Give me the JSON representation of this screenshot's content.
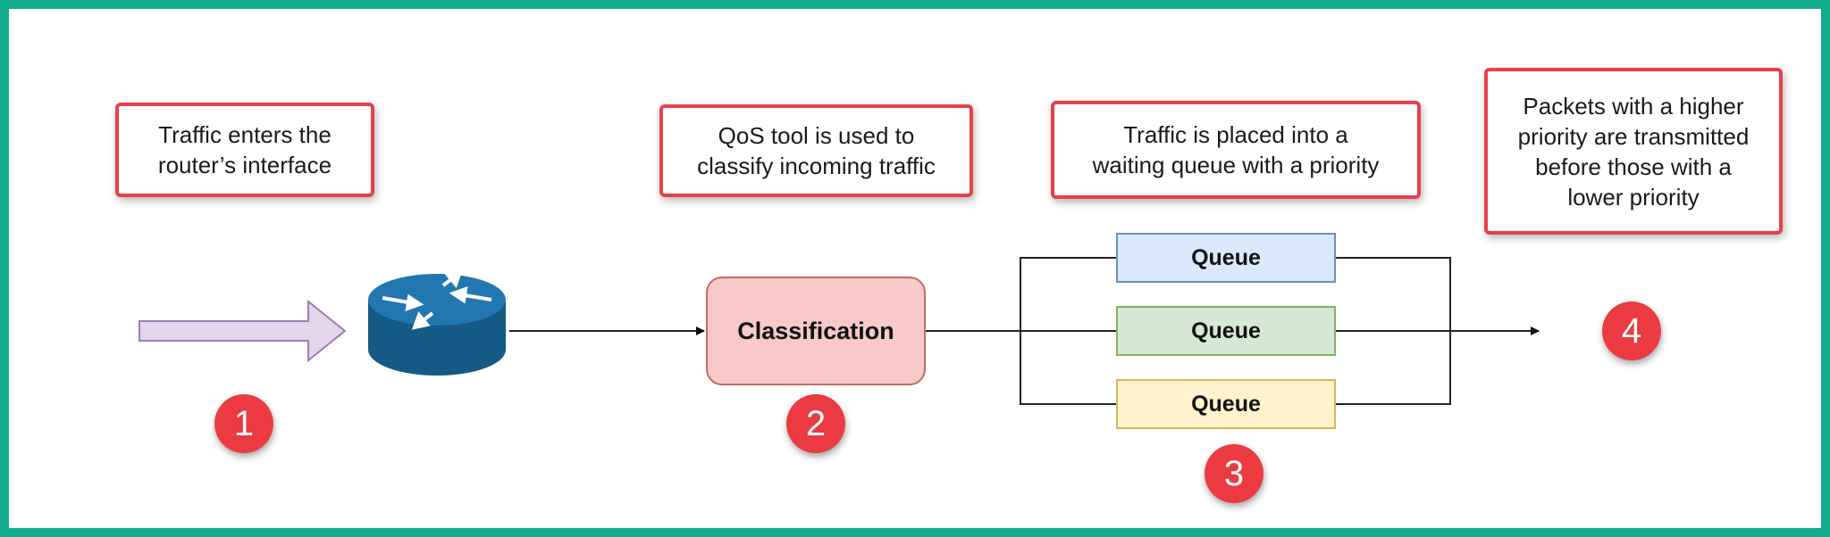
{
  "callouts": {
    "step1": "Traffic enters the\nrouter’s interface",
    "step2": "QoS tool is used to\nclassify incoming traffic",
    "step3": "Traffic is placed into a\nwaiting queue with a priority",
    "step4": "Packets with a higher\npriority are transmitted\nbefore those with a\nlower priority"
  },
  "nodes": {
    "classification": "Classification",
    "queues": [
      {
        "label": "Queue",
        "fill": "#dae8fc",
        "stroke": "#6c8ebf"
      },
      {
        "label": "Queue",
        "fill": "#d5e8d4",
        "stroke": "#82b366"
      },
      {
        "label": "Queue",
        "fill": "#fff2cc",
        "stroke": "#d6b656"
      }
    ]
  },
  "badges": [
    "1",
    "2",
    "3",
    "4"
  ],
  "icons": {
    "input_arrow": "traffic-arrow-icon",
    "router": "router-icon"
  },
  "colors": {
    "frame": "#12ad8e",
    "callout_border": "#e8404a",
    "badge": "#eb3b40",
    "router": "#1d6a99",
    "input_arrow_fill": "#e4d5eb",
    "input_arrow_stroke": "#9d7fb3"
  }
}
